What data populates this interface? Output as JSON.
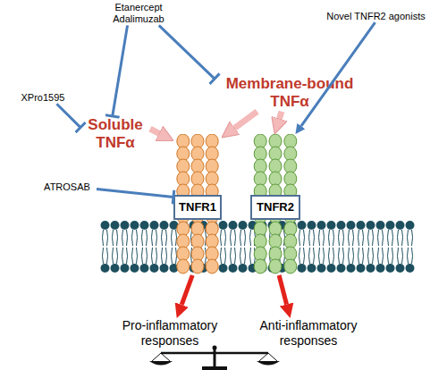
{
  "diagram": {
    "nodes": [
      {
        "text": [
          "Etanercept Adalimuzab"
        ]
      },
      {
        "text": [
          "Novel TNFR2 agonists"
        ]
      },
      {
        "text": [
          "Membrane-bound TNFα"
        ]
      },
      {
        "text": [
          "XPro1595"
        ]
      },
      {
        "text": [
          "Soluble TNFα"
        ]
      },
      {
        "text": [
          "ATROSAB"
        ]
      },
      {
        "text": [
          "TNFR1"
        ]
      },
      {
        "text": [
          "TNFR2"
        ]
      },
      {
        "text": [
          "Pro-inflammatory responses"
        ]
      },
      {
        "text": [
          "Anti-inflammatory responses"
        ]
      }
    ],
    "edges": [
      {
        "from": 0,
        "to": 4,
        "arrow": "to"
      },
      {
        "from": 0,
        "to": 2,
        "arrow": "to"
      },
      {
        "from": 3,
        "to": 4,
        "arrow": "to"
      },
      {
        "from": 1,
        "to": 7,
        "arrow": "to"
      },
      {
        "from": 5,
        "to": 6,
        "arrow": "to"
      },
      {
        "from": 4,
        "to": 6,
        "arrow": "to"
      },
      {
        "from": 2,
        "to": 6,
        "arrow": "to"
      },
      {
        "from": 2,
        "to": 7,
        "arrow": "to"
      },
      {
        "from": 6,
        "to": 8,
        "arrow": "to"
      },
      {
        "from": 7,
        "to": 9,
        "arrow": "to"
      }
    ]
  }
}
